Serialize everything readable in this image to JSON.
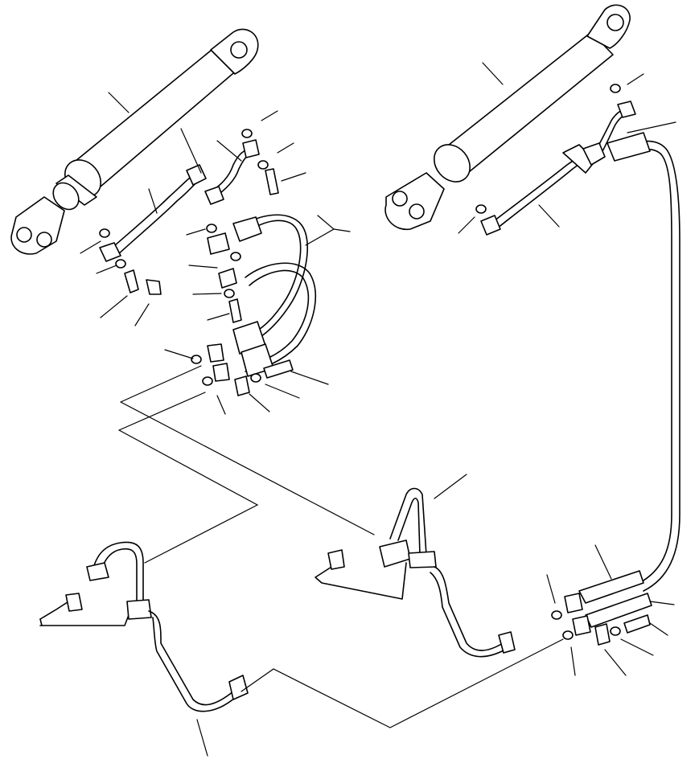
{
  "diagram": {
    "kind": "exploded parts drawing — hydraulic cylinders with hoses and piping",
    "text_labels": []
  },
  "parts": [
    "hydraulic-cylinder",
    "hose",
    "tube",
    "o-ring",
    "split-flange",
    "bolt",
    "washer",
    "tee-block",
    "clamp"
  ]
}
